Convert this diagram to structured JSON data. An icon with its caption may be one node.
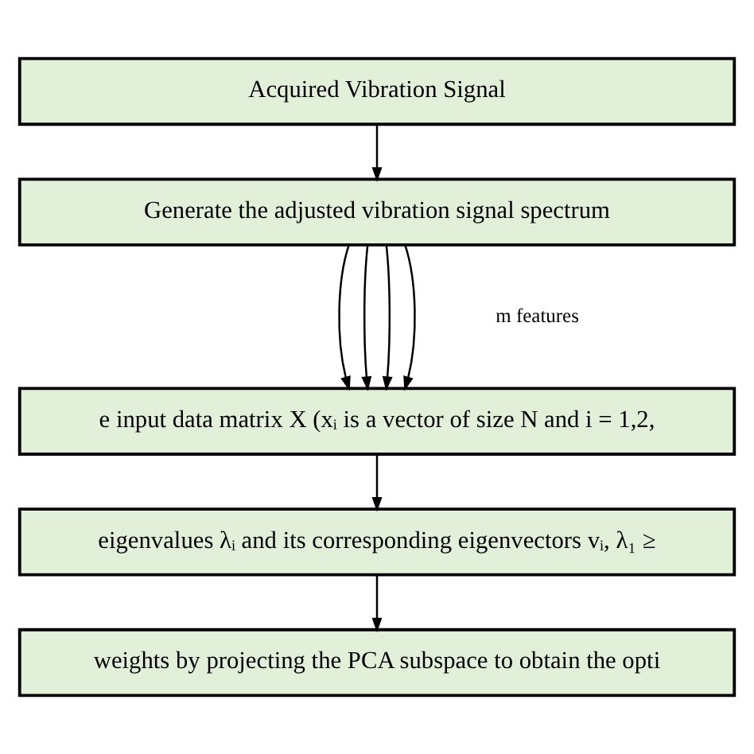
{
  "diagram": {
    "nodes": [
      {
        "text": [
          "Acquired Vibration Signal"
        ]
      },
      {
        "text": [
          "Generate the adjusted vibration signal spectrum"
        ]
      },
      {
        "text": [
          "e input data matrix X (xᵢ is a vector of size N and i = 1,2,"
        ]
      },
      {
        "text": [
          "eigenvalues λᵢ and its corresponding eigenvectors vᵢ, λ₁ ≥"
        ]
      },
      {
        "text": [
          "weights by projecting the PCA subspace to obtain the opti"
        ]
      }
    ],
    "edges": [
      {
        "from": 0,
        "to": 1,
        "arrow": "to"
      },
      {
        "from": 1,
        "to": 2,
        "arrow": "to"
      },
      {
        "from": 1,
        "to": 2,
        "arrow": "to"
      },
      {
        "from": 1,
        "to": 2,
        "arrow": "to"
      },
      {
        "from": 1,
        "to": 2,
        "arrow": "to"
      },
      {
        "from": 2,
        "to": 3,
        "arrow": "to"
      },
      {
        "from": 3,
        "to": 4,
        "arrow": "to"
      }
    ],
    "labels": [
      "m features"
    ]
  }
}
